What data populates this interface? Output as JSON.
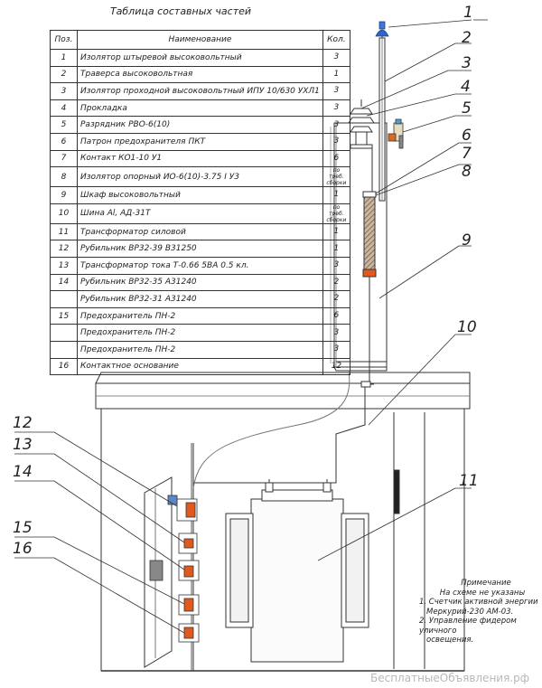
{
  "table": {
    "title": "Таблица составных частей",
    "header": {
      "pos": "Поз.",
      "name": "Наименование",
      "qty": "Кол."
    },
    "rows": [
      {
        "pos": "1",
        "name": "Изолятор штыревой высоковольтный",
        "qty": "3"
      },
      {
        "pos": "2",
        "name": "Траверса высоковольтная",
        "qty": "1"
      },
      {
        "pos": "3",
        "name": "Изолятор проходной высоковольтный ИПУ 10/630 УХЛ1",
        "qty": "3"
      },
      {
        "pos": "4",
        "name": "Прокладка",
        "qty": "3"
      },
      {
        "pos": "5",
        "name": "Разрядник РВО-6(10)",
        "qty": "3"
      },
      {
        "pos": "6",
        "name": "Патрон предохранителя ПКТ",
        "qty": "3"
      },
      {
        "pos": "7",
        "name": "Контакт КО1-10 У1",
        "qty": "6"
      },
      {
        "pos": "8",
        "name": "Изолятор опорный ИО-6(10)-3.75 I У3",
        "qty": "по треб. сборки"
      },
      {
        "pos": "9",
        "name": "Шкаф высоковольтный",
        "qty": "1"
      },
      {
        "pos": "10",
        "name": "Шина Al, АД-31Т",
        "qty": "по треб. сборки"
      },
      {
        "pos": "11",
        "name": "Трансформатор силовой",
        "qty": "1"
      },
      {
        "pos": "12",
        "name": "Рубильник ВР32-39 В31250",
        "qty": "1"
      },
      {
        "pos": "13",
        "name": "Трансформатор тока Т-0.66 5ВА 0.5 кл.",
        "qty": "3"
      },
      {
        "pos": "14",
        "name": "Рубильник ВР32-35  А31240",
        "qty": "2"
      },
      {
        "pos": "",
        "name": "Рубильник ВР32-31  А31240",
        "qty": "2"
      },
      {
        "pos": "15",
        "name": "Предохранитель ПН-2",
        "qty": "6"
      },
      {
        "pos": "",
        "name": "Предохранитель ПН-2",
        "qty": "3"
      },
      {
        "pos": "",
        "name": "Предохранитель ПН-2",
        "qty": "3"
      },
      {
        "pos": "16",
        "name": "Контактное основание",
        "qty": "12"
      }
    ]
  },
  "callouts_right": [
    "1",
    "2",
    "3",
    "4",
    "5",
    "6",
    "7",
    "8",
    "9",
    "10",
    "11"
  ],
  "callouts_left": [
    "12",
    "13",
    "14",
    "15",
    "16"
  ],
  "note": {
    "title": "Примечание",
    "line1": "На схеме не указаны",
    "line2": "1. Счетчик активной энергии",
    "line3": "Меркурий-230 АМ-03.",
    "line4": "2. Управление фидером уличного",
    "line5": "освещения."
  },
  "watermark": "БесплатныеОбъявления.рф",
  "colors": {
    "line": "#333333",
    "insulator_blue": "#2f64c8",
    "fuse_hatch": "#7a4a2a",
    "contact_orange": "#e05a1e"
  }
}
